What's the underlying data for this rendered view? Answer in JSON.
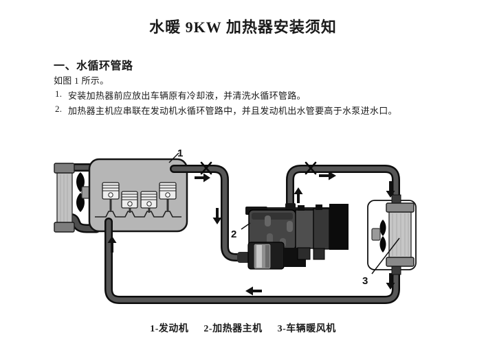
{
  "document": {
    "title": "水暖 9KW 加热器安装须知",
    "section_heading": "一、水循环管路",
    "intro": "如图 1 所示。",
    "list_items": [
      {
        "num": "1.",
        "text": "安装加热器前应放出车辆原有冷却液，并清洗水循环管路。"
      },
      {
        "num": "2.",
        "text": "加热器主机应串联在发动机水循环管路中，并且发动机出水管要高于水泵进水口。"
      }
    ],
    "figure": {
      "part_labels": {
        "engine": "1",
        "heater": "2",
        "heater_fan": "3"
      },
      "caption": [
        "1-发动机",
        "2-加热器主机",
        "3-车辆暖风机"
      ]
    },
    "colors": {
      "page_bg": "#ffffff",
      "text": "#1a1a1a",
      "pipe": "#565656",
      "pipe_outline": "#0d0d0d",
      "engine_body": "#b6b6b6",
      "radiator_core": "#c2c2c2",
      "radiator_cap": "#7d7d7d",
      "heater_body": "#454545",
      "heater_dark": "#0c0c0c",
      "pump_cylinder": "#909090",
      "fan_blade": "#080808"
    }
  }
}
